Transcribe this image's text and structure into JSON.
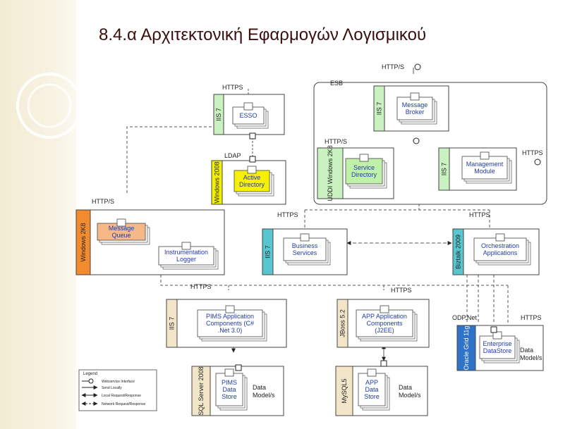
{
  "title": "8.4.α Αρχιτεκτονική Εφαρμογών Λογισμικού",
  "colors": {
    "iis": "#c9f2c0",
    "windows": "#f28a2e",
    "windows2008": "#f2ef00",
    "biztalk": "#59c6cf",
    "oracle": "#2f73c9",
    "jboss": "#f3e6c8",
    "sql": "#f3e6c8",
    "mysql": "#f3e6c8",
    "queue": "#f7b888",
    "yellow": "#f7f000",
    "green": "#bff2a8",
    "comp": "#ffffff",
    "title": "#3a0e0e",
    "text_blue": "#1f3aa8"
  },
  "platforms": {
    "iis_esso": "IIS 7",
    "windows2008": "Windows 2008",
    "windows2k8": "Windows 2K8",
    "iis_broker": "IIS 7",
    "uddi": "UDDI Windows 2K8",
    "iis_mgmt": "IIS 7",
    "iis_bus": "IIS 7",
    "biztalk": "Biztalk 2009",
    "iis_pims": "IIS 7",
    "jboss": "JBoss 5.2",
    "oracle": "Oracle Grid 11g",
    "sqlserver": "SQL Server 2008",
    "mysql": "MySQL5"
  },
  "components": {
    "esso": "ESSO",
    "active_directory": "Active Directory",
    "message_queue": "Message Queue",
    "instrumentation_logger": "Instrumentation Logger",
    "message_broker": "Message Broker",
    "service_directory": "Service Directory",
    "management_module": "Management Module",
    "business_services": "Business Services",
    "orchestration": "Orchestration Applications",
    "pims_app": "PIMS Application Components (C# .Net 3.0)",
    "app_app": "APP Application Components (J2EE)",
    "enterprise_ds": "Enterprise DataStore",
    "pims_ds": "PIMS Data Store",
    "app_ds": "APP Data Store"
  },
  "labels": {
    "esb": "ESB",
    "https_esso": "HTTPS",
    "ldap": "LDAP",
    "http_s_top": "HTTP/S",
    "http_s_uddi": "HTTP/S",
    "https_mgmt": "HTTPS",
    "http_s_win": "HTTP/S",
    "https_bus": "HTTPS",
    "https_biz": "HTTPS",
    "https_pims": "HTTPS",
    "https_app": "HTTPS",
    "odp_net": "ODP.Net",
    "https_oracle": "HTTPS",
    "data_models_oracle": "Data Model/s",
    "data_models_pims": "Data Model/s",
    "data_models_app": "Data Model/s"
  },
  "legend": {
    "title": "Legend",
    "items": [
      "Webservice Interface",
      "Send Locally",
      "Local Request/Response",
      "Network Request/Response"
    ]
  }
}
